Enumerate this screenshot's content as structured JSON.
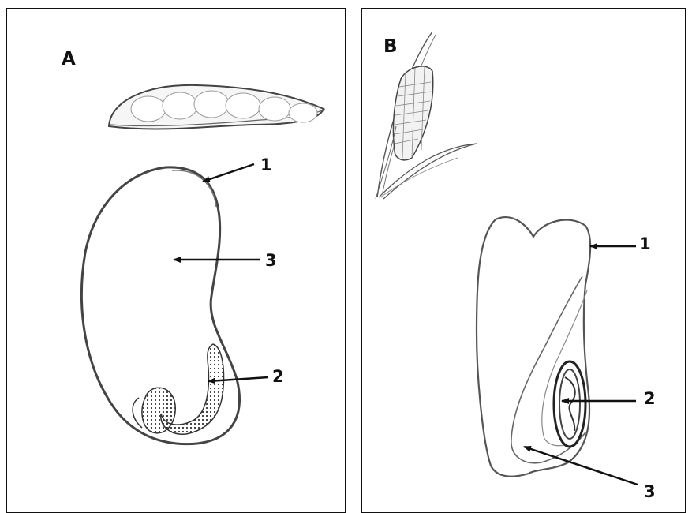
{
  "panels": [
    {
      "letter": "A",
      "labels": [
        "1",
        "3",
        "2"
      ]
    },
    {
      "letter": "B",
      "labels": [
        "1",
        "2",
        "3"
      ]
    }
  ],
  "colors": {
    "line": "#555555",
    "ink": "#111111",
    "background": "#ffffff"
  }
}
